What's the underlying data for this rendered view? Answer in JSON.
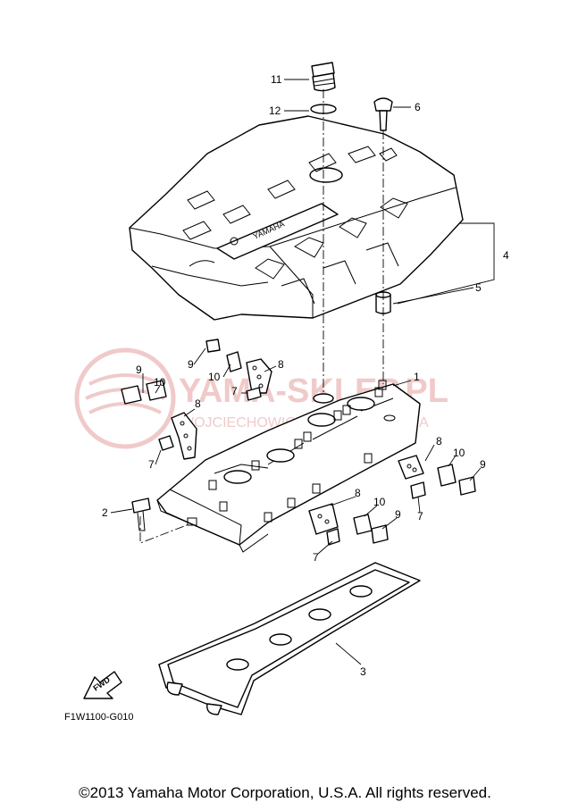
{
  "diagram_code": "F1W1100-G010",
  "copyright": "©2013 Yamaha Motor Corporation, U.S.A. All rights reserved.",
  "fwd_label": "FWD",
  "brand_mark": "YAMAHA",
  "watermark": {
    "line1": "YAMA-SKLEP.PL",
    "line2": "WOJCIECHOWICZ DEALER YAMAHA",
    "color": "#e4a0a0"
  },
  "callouts": {
    "c11": "11",
    "c12": "12",
    "c6": "6",
    "c4": "4",
    "c5": "5",
    "c1": "1",
    "c9a": "9",
    "c10a": "10",
    "c8a": "8",
    "c7a": "7",
    "c9b": "9",
    "c10b": "10",
    "c8b": "8",
    "c7b": "7",
    "c8c": "8",
    "c10c": "10",
    "c9c": "9",
    "c7c": "7",
    "c8d": "8",
    "c10d": "10",
    "c9d": "9",
    "c7d": "7",
    "c2": "2",
    "c3": "3"
  }
}
